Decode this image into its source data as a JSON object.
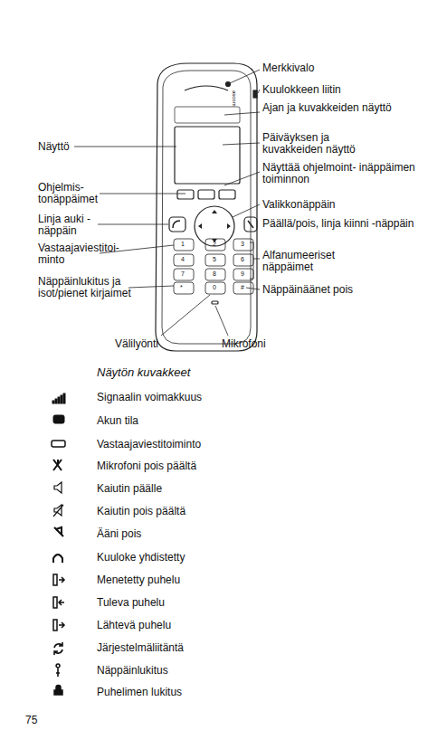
{
  "diagram": {
    "title": "Näytön kuvakkeet",
    "labels": [
      "Merkkivalo",
      "Kuulokkeen liitin",
      "Ajan ja kuvakkeiden näyttö",
      "Päiväyksen ja kuvakkeiden näyttö",
      "Näyttää ohjelmoint- inäppäimen toiminnon",
      "Valikkonäppäin",
      "Päällä/pois, linja kiinni -näppäin",
      "Alfanumeeriset näppäimet",
      "Näppäinäänet pois",
      "Näyttö",
      "Ohjelmis- tonäppäimet",
      "Linja auki - näppäin",
      "Vastaajaviestitoi- minto",
      "Näppäinlukitus ja isot/pienet kirjaimet",
      "Välilyönti",
      "Mikrofoni",
      "1",
      "2",
      "3",
      "4",
      "5",
      "6",
      "7",
      "8",
      "9",
      "*",
      "0",
      "#",
      "ascom",
      "75"
    ],
    "legend": [
      {
        "text": "Signaalin voimakkuus"
      },
      {
        "text": "Akun tila"
      },
      {
        "text": "Vastaajaviestitoiminto"
      },
      {
        "text": "Mikrofoni pois päältä"
      },
      {
        "text": "Kaiutin päälle"
      },
      {
        "text": "Kaiutin pois päältä"
      },
      {
        "text": "Ääni pois"
      },
      {
        "text": "Kuuloke yhdistetty"
      },
      {
        "text": "Menetetty puhelu"
      },
      {
        "text": "Tuleva puhelu"
      },
      {
        "text": "Lähtevä puhelu"
      },
      {
        "text": "Järjestelmäliitäntä"
      },
      {
        "text": "Näppäinlukitus"
      },
      {
        "text": "Puhelimen lukitus"
      }
    ]
  }
}
